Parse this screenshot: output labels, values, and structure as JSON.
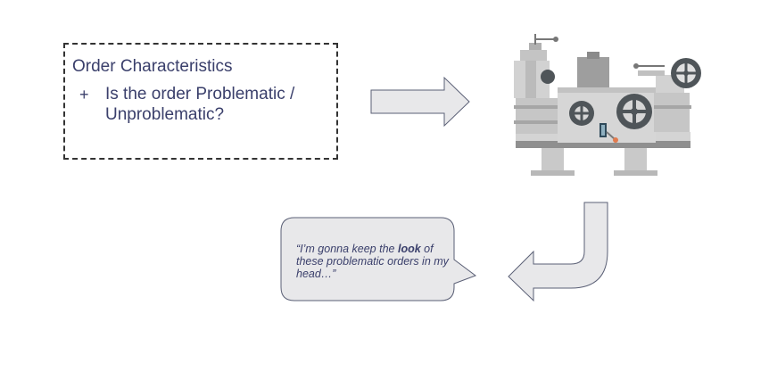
{
  "card": {
    "title": "Order Characteristics",
    "bullet_symbol": "+",
    "bullet_text": "Is the order Problematic / Unproblematic?"
  },
  "speech": {
    "before": "“I’m gonna keep the ",
    "emphasis": "look",
    "after": " of these problematic orders in my head…”"
  },
  "icons": {
    "right_arrow": "right-arrow-icon",
    "machine": "industrial-machine-icon",
    "return_arrow": "curved-return-arrow-icon",
    "speech_bubble": "speech-bubble-icon"
  },
  "colors": {
    "text": "#3a3f6b",
    "arrow_fill": "#e8e8ea",
    "arrow_stroke": "#5a5f75",
    "machine_body": "#c9c9c9",
    "machine_dark": "#4f5559",
    "accent": "#e27b4e"
  }
}
